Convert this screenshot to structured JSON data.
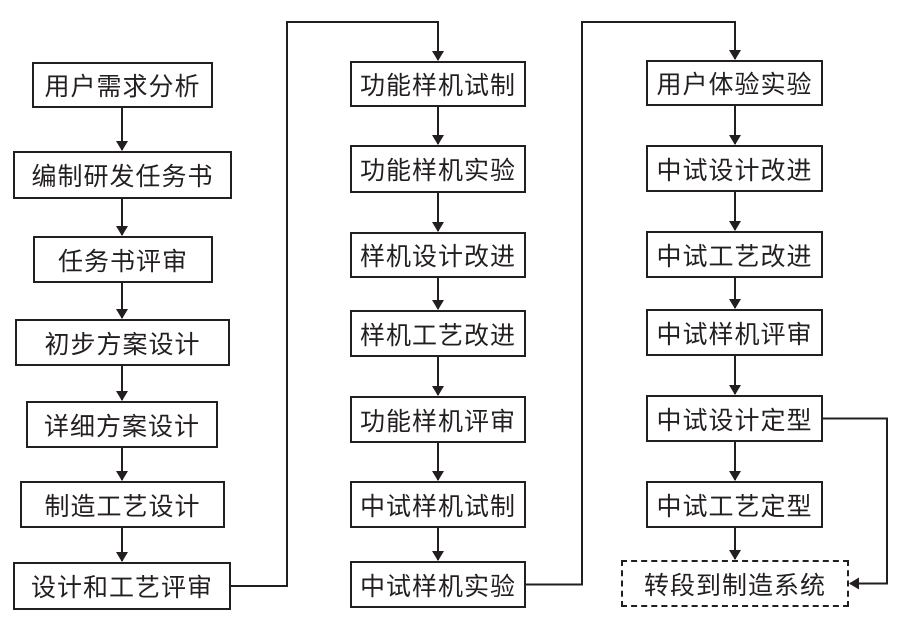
{
  "title": "",
  "colors": {
    "line": "#231f20",
    "background": "#ffffff"
  },
  "columns": [
    {
      "nodes": [
        {
          "id": "c1n1",
          "label": "用户需求分析"
        },
        {
          "id": "c1n2",
          "label": "编制研发任务书"
        },
        {
          "id": "c1n3",
          "label": "任务书评审"
        },
        {
          "id": "c1n4",
          "label": "初步方案设计"
        },
        {
          "id": "c1n5",
          "label": "详细方案设计"
        },
        {
          "id": "c1n6",
          "label": "制造工艺设计"
        },
        {
          "id": "c1n7",
          "label": "设计和工艺评审"
        }
      ]
    },
    {
      "nodes": [
        {
          "id": "c2n1",
          "label": "功能样机试制"
        },
        {
          "id": "c2n2",
          "label": "功能样机实验"
        },
        {
          "id": "c2n3",
          "label": "样机设计改进"
        },
        {
          "id": "c2n4",
          "label": "样机工艺改进"
        },
        {
          "id": "c2n5",
          "label": "功能样机评审"
        },
        {
          "id": "c2n6",
          "label": "中试样机试制"
        },
        {
          "id": "c2n7",
          "label": "中试样机实验"
        }
      ]
    },
    {
      "nodes": [
        {
          "id": "c3n1",
          "label": "用户体验实验"
        },
        {
          "id": "c3n2",
          "label": "中试设计改进"
        },
        {
          "id": "c3n3",
          "label": "中试工艺改进"
        },
        {
          "id": "c3n4",
          "label": "中试样机评审"
        },
        {
          "id": "c3n5",
          "label": "中试设计定型"
        },
        {
          "id": "c3n6",
          "label": "中试工艺定型"
        },
        {
          "id": "c3n7",
          "label": "转段到制造系统",
          "style": "dashed"
        }
      ]
    }
  ],
  "edges": [
    [
      "c1n1",
      "c1n2"
    ],
    [
      "c1n2",
      "c1n3"
    ],
    [
      "c1n3",
      "c1n4"
    ],
    [
      "c1n4",
      "c1n5"
    ],
    [
      "c1n5",
      "c1n6"
    ],
    [
      "c1n6",
      "c1n7"
    ],
    [
      "c1n7",
      "c2n1"
    ],
    [
      "c2n1",
      "c2n2"
    ],
    [
      "c2n2",
      "c2n3"
    ],
    [
      "c2n3",
      "c2n4"
    ],
    [
      "c2n4",
      "c2n5"
    ],
    [
      "c2n5",
      "c2n6"
    ],
    [
      "c2n6",
      "c2n7"
    ],
    [
      "c2n7",
      "c3n1"
    ],
    [
      "c3n1",
      "c3n2"
    ],
    [
      "c3n2",
      "c3n3"
    ],
    [
      "c3n3",
      "c3n4"
    ],
    [
      "c3n4",
      "c3n5"
    ],
    [
      "c3n5",
      "c3n6"
    ],
    [
      "c3n6",
      "c3n7"
    ],
    [
      "c3n5",
      "c3n7"
    ]
  ]
}
